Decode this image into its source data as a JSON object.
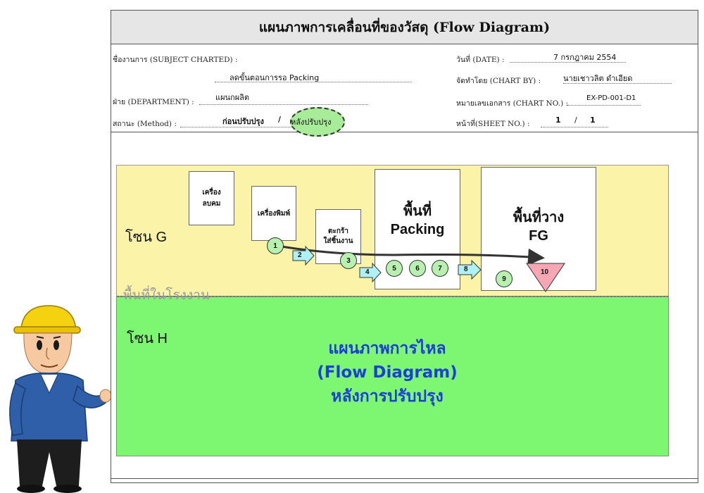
{
  "title": "แผนภาพการเคลื่อนที่ของวัสดุ (Flow Diagram)",
  "header": {
    "subject_label": "ชื่องานการ (SUBJECT CHARTED) :",
    "subject_value": "ลดขั้นตอนการรอ Packing",
    "department_label": "ฝ่าย (DEPARTMENT) :",
    "department_value": "แผนกผลิต",
    "method_label": "สถานะ (Method) :",
    "method_before": "ก่อนปรับปรุง",
    "method_sep": "/",
    "method_after": "หลังปรับปรุง",
    "date_label": "วันที่ (DATE) :",
    "date_value": "7 กรกฎาคม 2554",
    "chart_by_label": "จัดทำโดย (CHART BY) :",
    "chart_by_value": "นายเชาวลิต ดำเอียด",
    "chart_no_label": "หมายเลขเอกสาร (CHART NO.) :",
    "chart_no_value": "EX-PD-001-D1",
    "sheet_label": "หน้าที่(SHEET NO.) :",
    "sheet_value": "1",
    "sheet_sep": "/",
    "sheet_total": "1"
  },
  "zones": {
    "g_label": "โซน G",
    "h_label": "โซน H",
    "factory_label": "พื้นที่ในโรงงาน"
  },
  "machines": {
    "machine1_line1": "เครื่อง",
    "machine1_line2": "ลบคม",
    "printer": "เครื่องพิมพ์",
    "basket_line1": "ตะกร้า",
    "basket_line2": "ใส่ชิ้นงาน",
    "packing_line1": "พื้นที่",
    "packing_line2": "Packing",
    "fg_line1": "พื้นที่วาง",
    "fg_line2": "FG"
  },
  "steps": {
    "s1": "1",
    "s2": "2",
    "s3": "3",
    "s4": "4",
    "s5": "5",
    "s6": "6",
    "s7": "7",
    "s8": "8",
    "s9": "9",
    "s10": "10"
  },
  "center_title": {
    "line1": "แผนภาพการไหล",
    "line2": "(Flow Diagram)",
    "line3": "หลังการปรับปรุง"
  },
  "colors": {
    "zone_g": "#fbf4a8",
    "zone_h": "#7df772",
    "operation_circle": "#b8f0b0",
    "transport_arrow": "#aef0f4",
    "storage_triangle": "#f7a6b4",
    "title_blue": "#1b3fd8"
  }
}
